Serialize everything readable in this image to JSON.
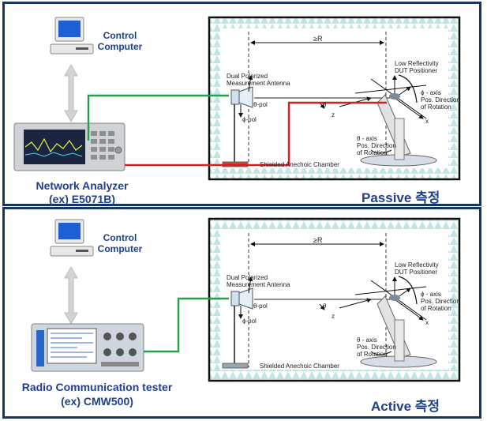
{
  "passive": {
    "control_label": "Control\nComputer",
    "device_line1": "Network Analyzer",
    "device_line2": "(ex) E5071B)",
    "mode_word": "Passive",
    "mode_suffix": "측정"
  },
  "active": {
    "control_label": "Control\nComputer",
    "device_line1": "Radio Communication tester",
    "device_line2": "(ex) CMW500)",
    "mode_word": "Active",
    "mode_suffix": "측정"
  },
  "chamber": {
    "distance_label": "≥R",
    "antenna_label": "Dual Polarized\nMeasurement Antenna",
    "positioner_label": "Low Reflectivity\nDUT Positioner",
    "theta_pol": "θ-pol",
    "phi_pol": "ϕ-pol",
    "theta_sym": "θ",
    "phi_axis": "ϕ - axis",
    "phi_rotation": "Pos. Direction\nof Rotation",
    "z_axis": "z",
    "x_axis": "x",
    "theta_axis": "θ - axis",
    "theta_rotation": "Pos. Direction\nof Rotation",
    "chamber_label": "Shielded Anechoic Chamber"
  },
  "colors": {
    "frame": "#17365d",
    "label_text": "#1f3f8f",
    "cable_green": "#22a04a",
    "cable_red": "#d42020",
    "chamber_border": "#111111",
    "absorber": "#c8ecea"
  }
}
